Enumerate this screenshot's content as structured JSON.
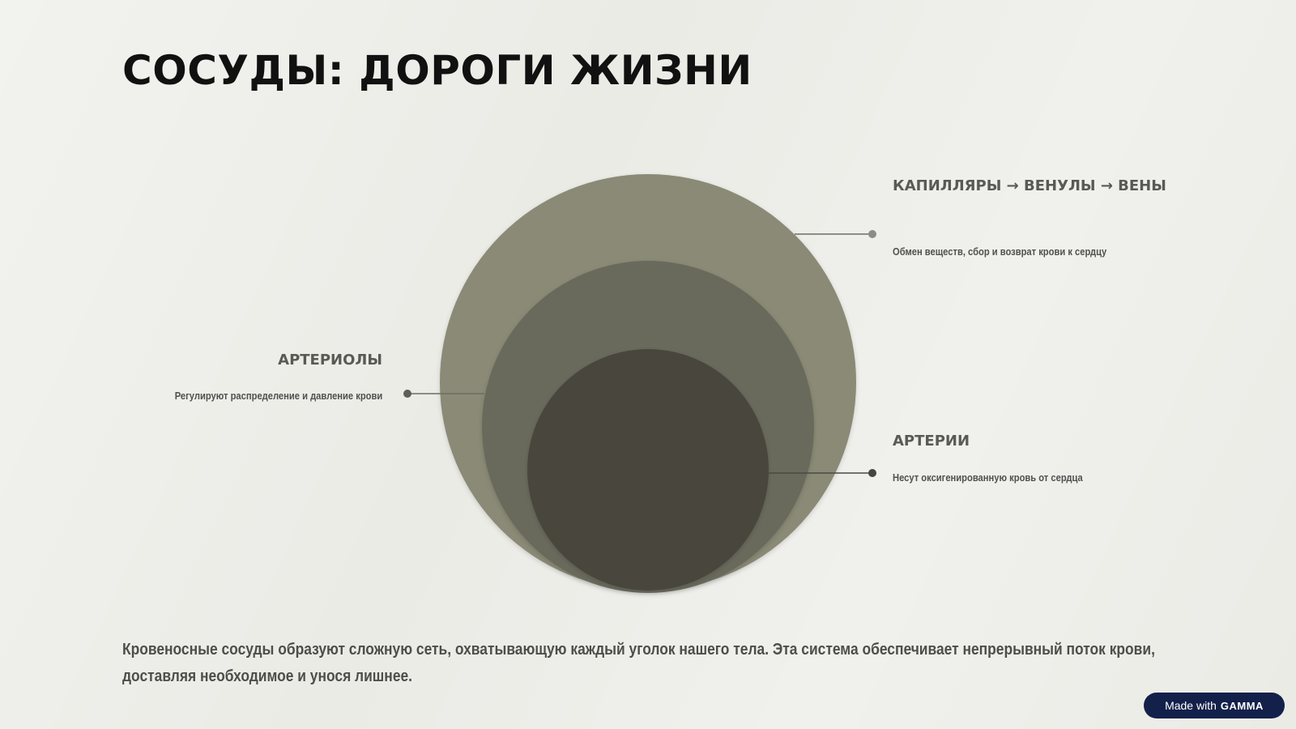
{
  "title": "СОСУДЫ: ДОРОГИ ЖИЗНИ",
  "labels": {
    "capillaries": {
      "title": "КАПИЛЛЯРЫ → ВЕНУЛЫ → ВЕНЫ",
      "description": "Обмен веществ, сбор и возврат крови к сердцу"
    },
    "arteries": {
      "title": "АРТЕРИИ",
      "description": "Несут оксигенированную кровь от сердца"
    },
    "arterioles": {
      "title": "АРТЕРИОЛЫ",
      "description": "Регулируют распределение и давление крови"
    }
  },
  "summary": "Кровеносные сосуды образуют сложную сеть, охватывающую каждый уголок нашего тела. Эта система обеспечивает непрерывный поток крови, доставляя необходимое и унося лишнее.",
  "badge": {
    "prefix": "Made with",
    "brand": "GAMMA"
  },
  "colors": {
    "background": "#ebebe6",
    "outer_circle": "#8a8a76",
    "middle_circle": "#696a5c",
    "inner_circle": "#48473e",
    "connector": "#6d6d66",
    "badge": "#13204a"
  }
}
